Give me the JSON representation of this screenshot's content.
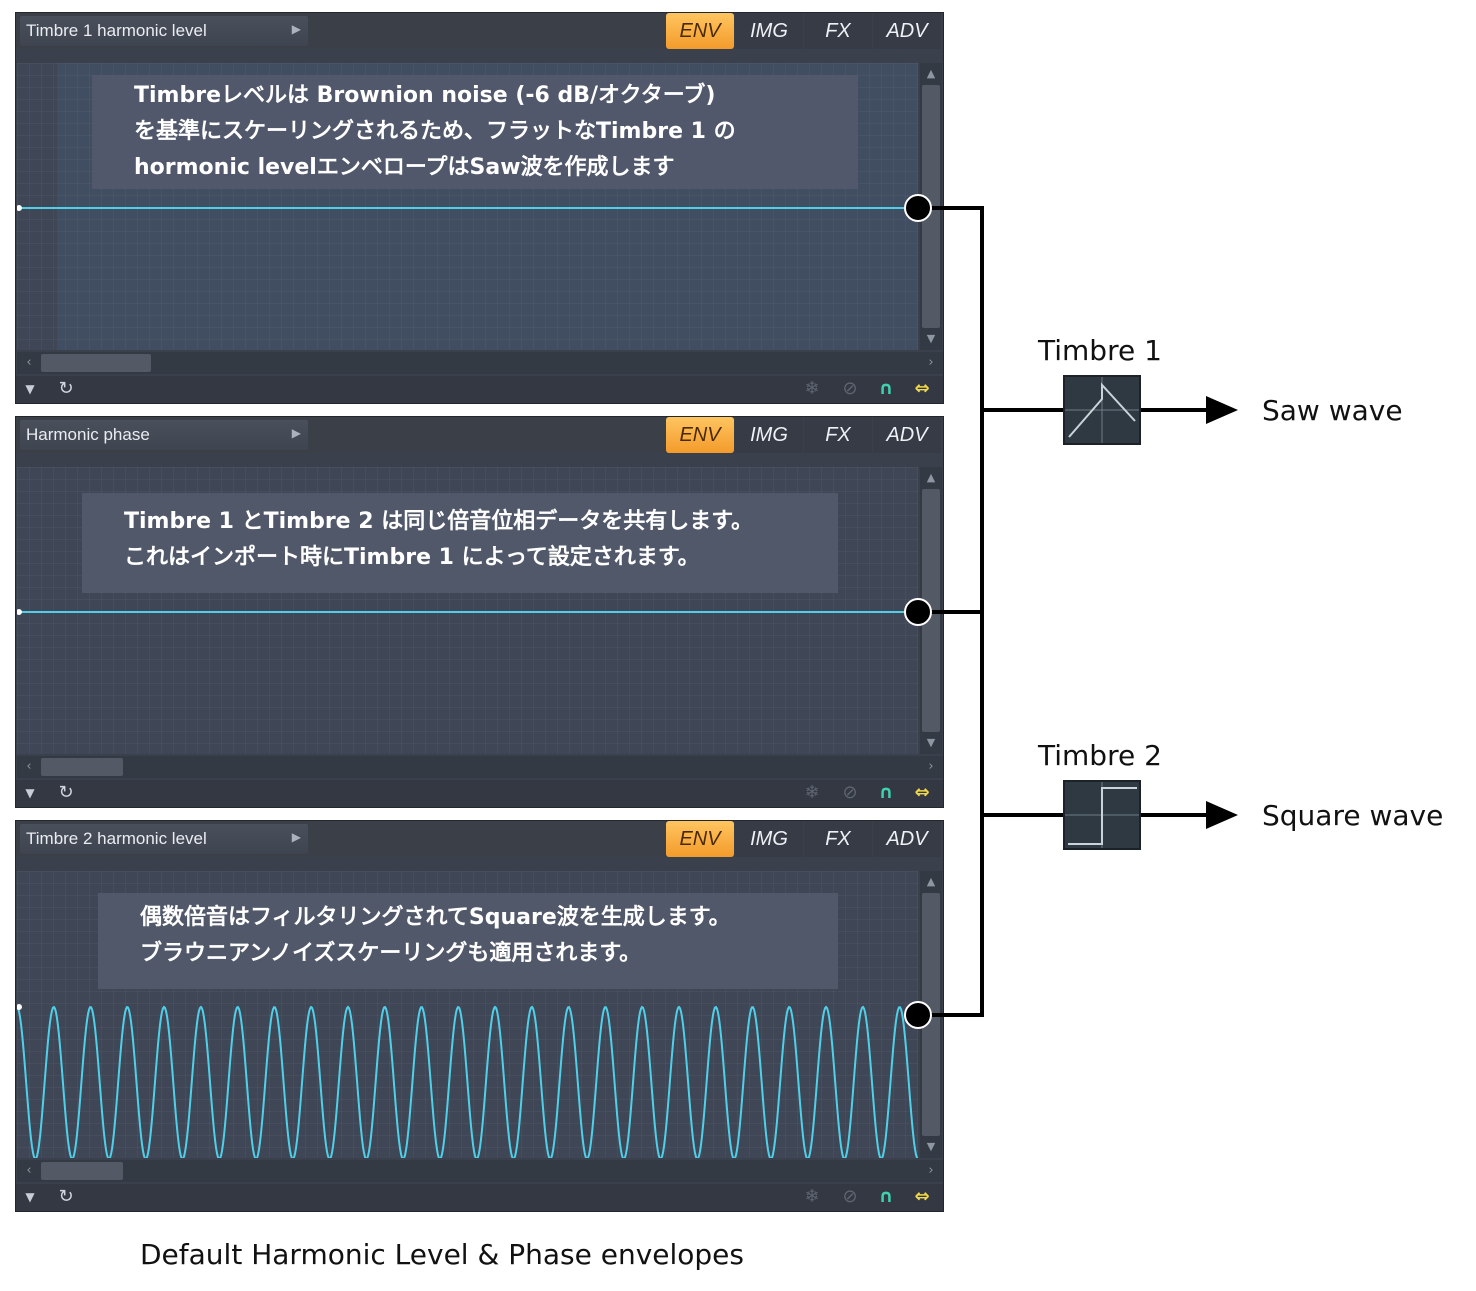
{
  "tabs": [
    "ENV",
    "IMG",
    "FX",
    "ADV"
  ],
  "active_tab": "ENV",
  "panels": [
    {
      "title": "Timbre 1 harmonic level",
      "note": [
        "Timbreレベルは Brownion noise (-6 dB/オクターブ)",
        "を基準にスケーリングされるため、フラットなTimbre 1 の",
        "hormonic levelエンベロープはSaw波を作成します"
      ]
    },
    {
      "title": "Harmonic phase",
      "note": [
        "Timbre 1 とTimbre 2 は同じ倍音位相データを共有します。",
        "これはインポート時にTimbre 1 によって設定されます。"
      ]
    },
    {
      "title": "Timbre 2 harmonic level",
      "note": [
        "偶数倍音はフィルタリングされてSquare波を生成します。",
        "ブラウニアンノイズスケーリングも適用されます。"
      ]
    }
  ],
  "icons": {
    "menu": "triangle-down-icon",
    "reset": "reset-icon",
    "snowflake": "snowflake-icon",
    "link": "link-icon",
    "magnet": "magnet-icon",
    "stretch": "double-arrow-icon"
  },
  "outputs": [
    {
      "name": "Timbre 1",
      "result": "Saw wave"
    },
    {
      "name": "Timbre 2",
      "result": "Square wave"
    }
  ],
  "caption": "Default Harmonic Level & Phase envelopes",
  "colors": {
    "accent_tab": "#f7a733",
    "envelope_line": "#4fd0e8",
    "panel_bg": "#3a404c",
    "magnet": "#3fd1b0",
    "stretch": "#f0d84a"
  }
}
